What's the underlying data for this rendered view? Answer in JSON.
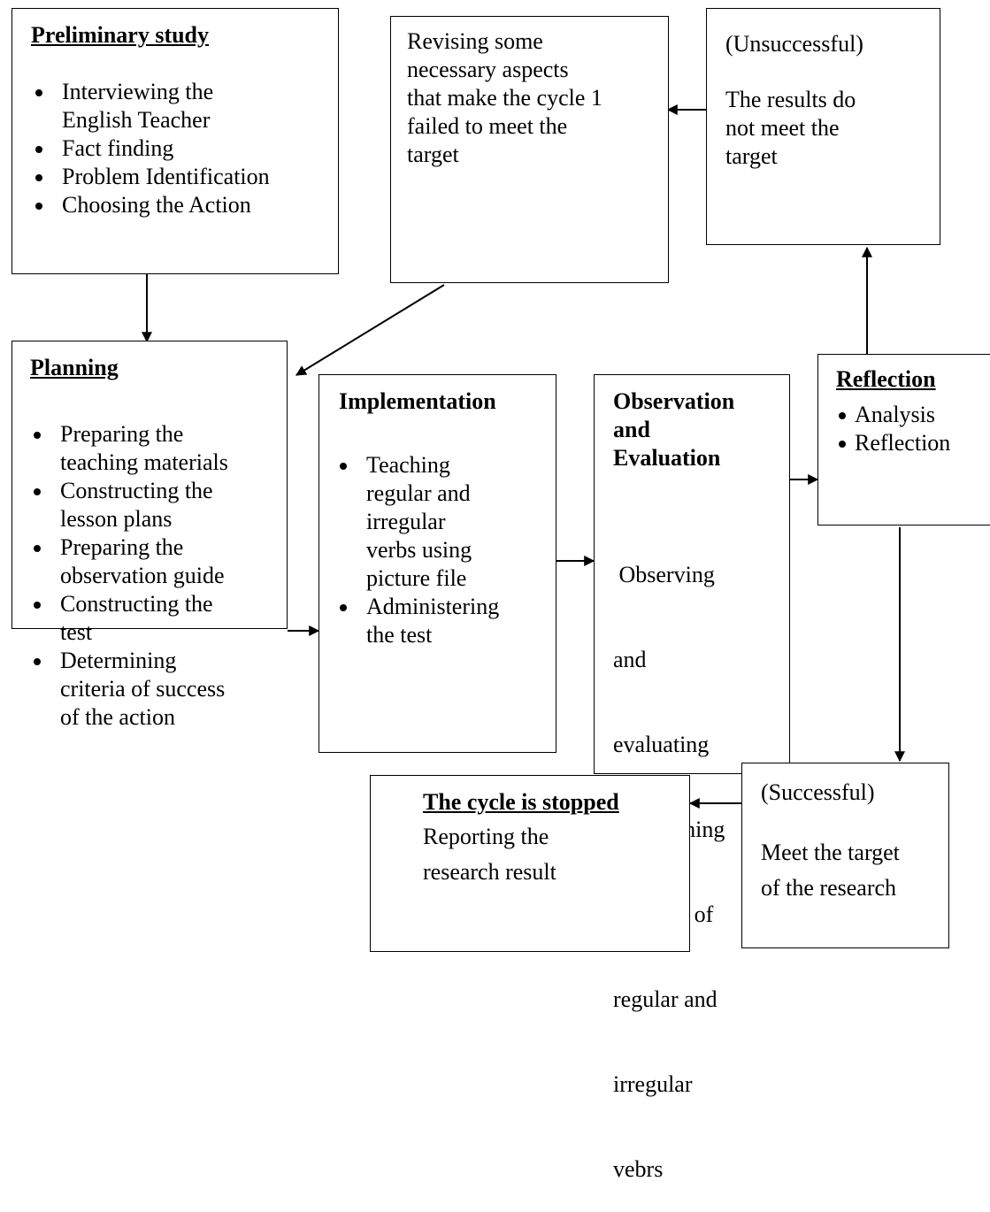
{
  "preliminary": {
    "title": "Preliminary study",
    "items": [
      [
        "Interviewing the",
        "English Teacher"
      ],
      [
        "Fact finding"
      ],
      [
        "Problem Identification"
      ],
      [
        "Choosing the Action"
      ]
    ]
  },
  "revising": {
    "lines": [
      "Revising some",
      "necessary aspects",
      "that make the cycle 1",
      "failed to meet the",
      "target"
    ]
  },
  "unsuccessful": {
    "label": "(Unsuccessful)",
    "lines": [
      "The results do",
      "not meet the",
      "target"
    ]
  },
  "planning": {
    "title": "Planning",
    "items": [
      [
        "Preparing the",
        "teaching materials"
      ],
      [
        "Constructing the",
        "lesson plans"
      ],
      [
        "Preparing the",
        "observation guide"
      ],
      [
        "Constructing the",
        "test"
      ],
      [
        "Determining",
        "criteria of success",
        "of the action"
      ]
    ]
  },
  "implementation": {
    "title": "Implementation",
    "items": [
      [
        "Teaching",
        "regular and",
        "irregular",
        "verbs using",
        "picture file"
      ],
      [
        "Administering",
        "the test"
      ]
    ]
  },
  "observation": {
    "title_lines": [
      "Observation",
      "and",
      "Evaluation"
    ],
    "lines": [
      " Observing",
      "and",
      "evaluating",
      "the teaching",
      "learning of",
      "regular and",
      "irregular",
      "vebrs"
    ]
  },
  "reflection": {
    "title": "Reflection",
    "items": [
      [
        "Analysis"
      ],
      [
        "Reflection"
      ]
    ]
  },
  "successful": {
    "label": "(Successful)",
    "lines": [
      "Meet the target",
      "of the research"
    ]
  },
  "stopped": {
    "title": "The cycle is stopped",
    "lines": [
      "Reporting the",
      "research result"
    ]
  }
}
